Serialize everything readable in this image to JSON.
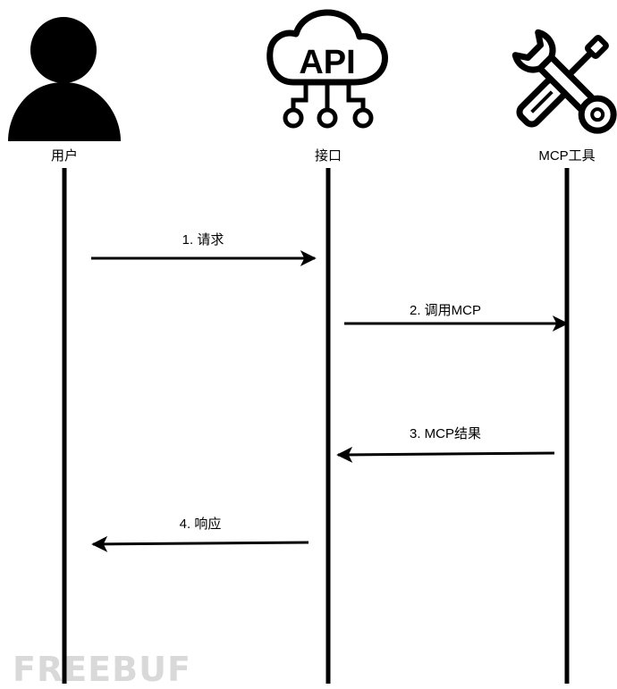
{
  "actors": [
    {
      "id": "user",
      "label": "用户",
      "icon": "user-icon"
    },
    {
      "id": "api",
      "label": "接口",
      "icon": "api-cloud-icon",
      "icon_text": "API"
    },
    {
      "id": "tool",
      "label": "MCP工具",
      "icon": "wrench-screwdriver-icon"
    }
  ],
  "messages": [
    {
      "label": "1. 请求",
      "from": "user",
      "to": "api"
    },
    {
      "label": "2. 调用MCP",
      "from": "api",
      "to": "tool"
    },
    {
      "label": "3. MCP结果",
      "from": "tool",
      "to": "api"
    },
    {
      "label": "4. 响应",
      "from": "api",
      "to": "user"
    }
  ],
  "watermark": {
    "text": "FREEBUF"
  },
  "colors": {
    "line": "#000000",
    "watermark": "#d9d9d9"
  }
}
